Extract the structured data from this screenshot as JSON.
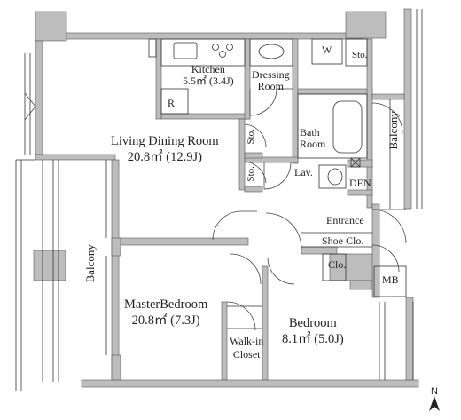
{
  "rooms": {
    "kitchen": {
      "name": "Kitchen",
      "area": "5.5㎡ (3.4J)"
    },
    "refrigerator": {
      "label": "R"
    },
    "dressing": {
      "line1": "Dressing",
      "line2": "Room"
    },
    "washer": {
      "label": "W"
    },
    "storage_top": {
      "label": "Sto."
    },
    "living": {
      "name": "Living Dining Room",
      "area": "20.8㎡ (12.9J)"
    },
    "storage_1": {
      "label": "Sto."
    },
    "storage_2": {
      "label": "Sto."
    },
    "bath": {
      "line1": "Bath",
      "line2": "Room"
    },
    "lavatory": {
      "label": "Lav."
    },
    "den": {
      "label": "DEN"
    },
    "entrance": {
      "label": "Entrance"
    },
    "shoe_closet": {
      "label": "Shoe Clo."
    },
    "closet": {
      "label": "Clo."
    },
    "mb": {
      "label": "MB"
    },
    "master": {
      "name": "MasterBedroom",
      "area": "20.8㎡ (7.3J)"
    },
    "walkin": {
      "line1": "Walk-in",
      "line2": "Closet"
    },
    "bedroom": {
      "name": "Bedroom",
      "area": "8.1㎡ (5.0J)"
    },
    "balcony_left": {
      "label": "Balcony"
    },
    "balcony_right": {
      "label": "Balcony"
    }
  },
  "compass": {
    "label": "N"
  },
  "colors": {
    "wall": "#bdbdbd",
    "line": "#333333",
    "background": "#ffffff"
  }
}
